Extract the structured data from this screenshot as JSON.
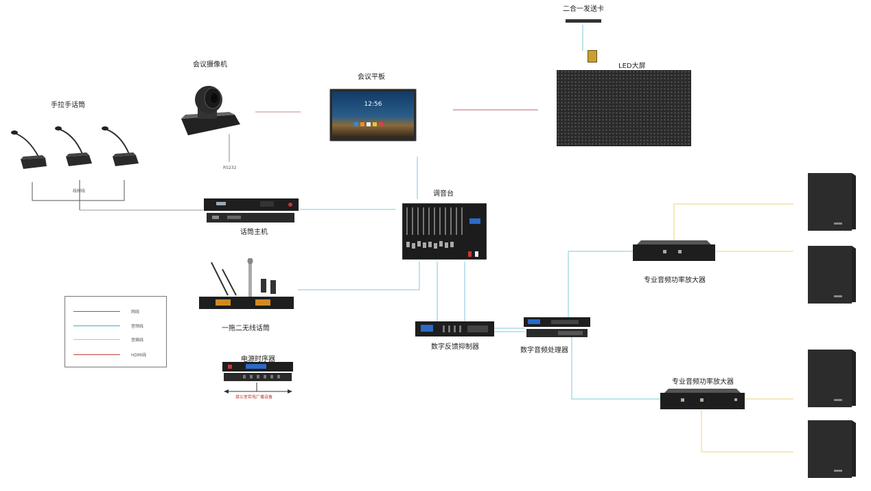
{
  "labels": {
    "handheld_mic": "手拉手话筒",
    "camera": "会议摄像机",
    "panel": "会议平板",
    "sender_card": "二合一发送卡",
    "led_screen": "LED大屏",
    "rs232": "RS232",
    "mic_bus": "线材线",
    "mic_host": "话筒主机",
    "mixer": "调音台",
    "wireless_mic": "一拖二无线话筒",
    "feedback_suppressor": "数字反馈抑制器",
    "audio_processor": "数字音频处理器",
    "amp_top": "专业音频功率放大器",
    "amp_bottom": "专业音频功率放大器",
    "power_sequencer": "电源时序器",
    "sequencer_note": "接公室若电厂播设备"
  },
  "panel_clock": "12:56",
  "legend": [
    {
      "label": "网线",
      "color": "#2e8b57"
    },
    {
      "label": "音频线",
      "color": "#4aa8c8"
    },
    {
      "label": "音箱线",
      "color": "#f0c040"
    },
    {
      "label": "HDMI线",
      "color": "#c04040"
    }
  ],
  "colors": {
    "audio": "#7ec8dc",
    "speaker": "#f0d070",
    "hdmi": "#c86a6a",
    "gray": "#555555"
  }
}
